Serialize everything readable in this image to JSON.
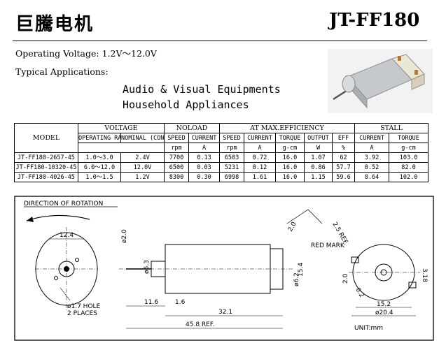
{
  "header": {
    "brand": "巨騰电机",
    "model": "JT-FF180"
  },
  "specs": {
    "operating_voltage": "Operating Voltage: 1.2V～12.0V",
    "typical_applications_label": "Typical Applications:",
    "applications": [
      "Audio & Visual Equipments",
      "Household Appliances"
    ]
  },
  "table": {
    "model_label": "MODEL",
    "groups": [
      "VOLTAGE",
      "NOLOAD",
      "AT MAX.EFFICIENCY",
      "STALL"
    ],
    "subheaders": [
      "OPERATING RANGE",
      "NOMINAL (CONSTANT)",
      "SPEED",
      "CURRENT",
      "SPEED",
      "CURRENT",
      "TORQUE",
      "OUTPUT",
      "EFF",
      "CURRENT",
      "TORQUE"
    ],
    "units": [
      "rpm",
      "A",
      "rpm",
      "A",
      "g-cm",
      "W",
      "%",
      "A",
      "g-cm"
    ],
    "rows": [
      [
        "JT-FF180-2657-45",
        "1.0～3.0",
        "2.4V",
        "7700",
        "0.13",
        "6503",
        "0.72",
        "16.0",
        "1.07",
        "62",
        "3.92",
        "103.0"
      ],
      [
        "JT-FF180-10320-45",
        "6.0～12.0",
        "12.0V",
        "6500",
        "0.03",
        "5231",
        "0.12",
        "16.0",
        "0.86",
        "57.7",
        "0.52",
        "82.0"
      ],
      [
        "JT-FF180-4026-45",
        "1.0～1.5",
        "1.2V",
        "8300",
        "0.30",
        "6998",
        "1.61",
        "16.0",
        "1.15",
        "59.6",
        "8.64",
        "102.0"
      ]
    ]
  },
  "drawing": {
    "direction_label": "DIRECTION OF ROTATION",
    "hole_note": [
      "ø1.7 HOLE",
      "2 PLACES"
    ],
    "red_mark": "RED MARK",
    "unit": "UNIT:mm",
    "dims": {
      "d124": "12.4",
      "d20": "ø2.0",
      "d63": "ø6.3",
      "d116": "11.6",
      "d16": "1.6",
      "d321": "32.1",
      "d458": "45.8 REF.",
      "d62": "ø6.2",
      "d154": "15.4",
      "d25": "2.5 REF.",
      "d2": "2.0",
      "d318": "3.18",
      "d20b": "2.0",
      "d02": "0.2",
      "d152": "15.2",
      "d204": "ø20.4"
    }
  },
  "colors": {
    "line": "#000000",
    "background": "#ffffff",
    "motor_body": "#c8cbcf",
    "motor_cap": "#e8e2d4"
  }
}
